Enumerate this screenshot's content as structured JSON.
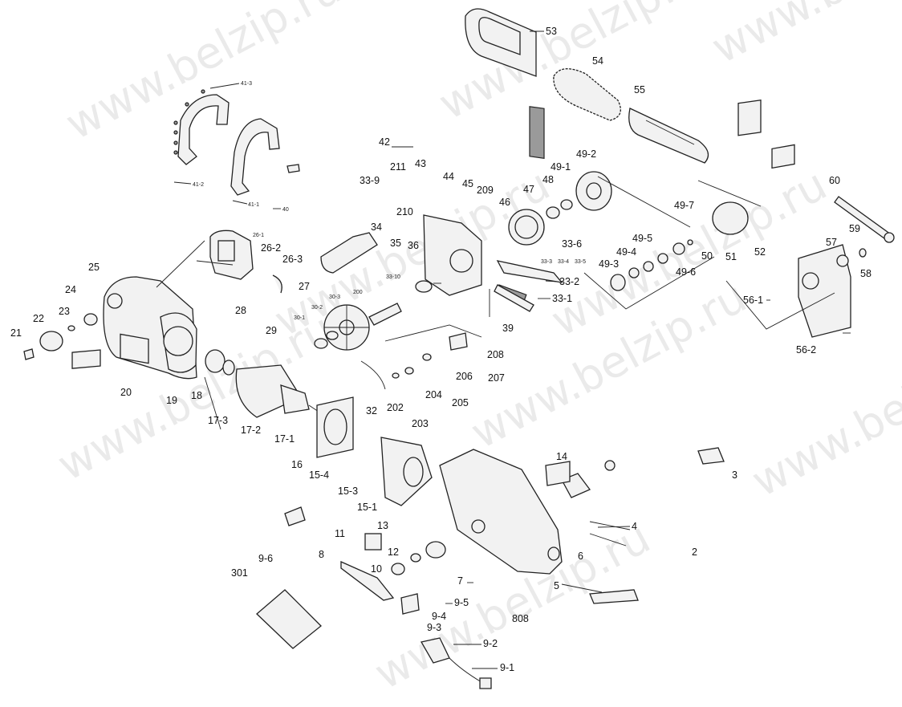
{
  "watermark": "www.belzip.ru",
  "labels": {
    "p53": "53",
    "p54": "54",
    "p55": "55",
    "p60": "60",
    "p59": "59",
    "p57": "57",
    "p58": "58",
    "p41_3": "41-3",
    "p41_2": "41-2",
    "p41_1": "41-1",
    "p40": "40",
    "p42": "42",
    "p43": "43",
    "p211": "211",
    "p33_9": "33-9",
    "p44": "44",
    "p45": "45",
    "p209": "209",
    "p46": "46",
    "p47": "47",
    "p48": "48",
    "p49_1": "49-1",
    "p49_2": "49-2",
    "p49_7": "49-7",
    "p210": "210",
    "p34": "34",
    "p35": "35",
    "p36": "36",
    "p33_10": "33-10",
    "p33_6": "33-6",
    "p33_3": "33-3",
    "p33_4": "33-4",
    "p33_5": "33-5",
    "p33_2": "33-2",
    "p33_1": "33-1",
    "p49_5": "49-5",
    "p49_4": "49-4",
    "p49_3": "49-3",
    "p49_6": "49-6",
    "p50": "50",
    "p51": "51",
    "p52": "52",
    "p56_1": "56-1",
    "p56_2": "56-2",
    "p26_1": "26-1",
    "p26_2": "26-2",
    "p26_3": "26-3",
    "p27": "27",
    "p25": "25",
    "p24": "24",
    "p23": "23",
    "p22": "22",
    "p21": "21",
    "p20": "20",
    "p19": "19",
    "p18": "18",
    "p28": "28",
    "p29": "29",
    "p30_1": "30-1",
    "p30_2": "30-2",
    "p30_3": "30-3",
    "p200": "200",
    "p39": "39",
    "p208": "208",
    "p207": "207",
    "p206": "206",
    "p205": "205",
    "p204": "204",
    "p203": "203",
    "p202": "202",
    "p32": "32",
    "p17_3": "17-3",
    "p17_2": "17-2",
    "p17_1": "17-1",
    "p16": "16",
    "p15_4": "15-4",
    "p15_3": "15-3",
    "p15_1": "15-1",
    "p14": "14",
    "p3": "3",
    "p4": "4",
    "p6": "6",
    "p2": "2",
    "p5": "5",
    "p9_6": "9-6",
    "p11": "11",
    "p13": "13",
    "p12": "12",
    "p10": "10",
    "p8": "8",
    "p7": "7",
    "p9_5": "9-5",
    "p9_4": "9-4",
    "p9_3": "9-3",
    "p9_2": "9-2",
    "p9_1": "9-1",
    "p301": "301",
    "p808": "808"
  }
}
